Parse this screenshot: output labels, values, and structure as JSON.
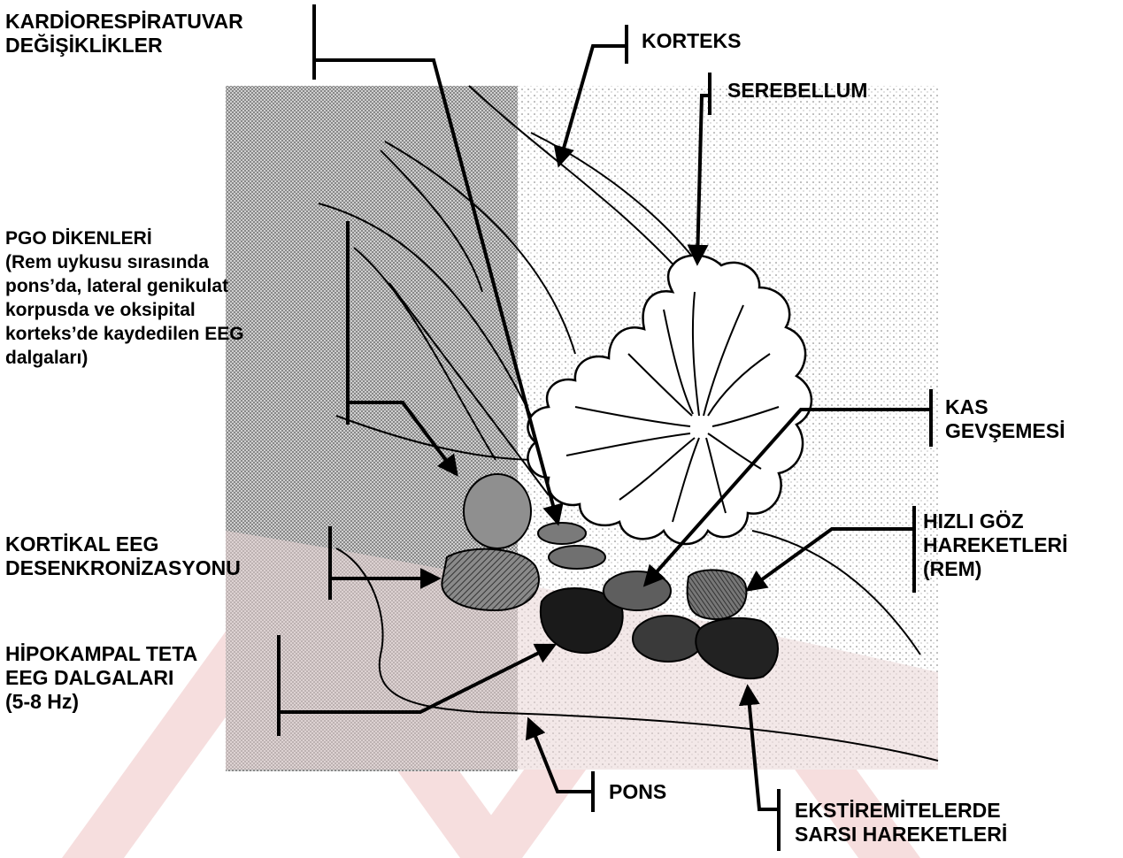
{
  "labels": {
    "kardio": [
      "KARDİORESPİRATUVAR",
      "DEĞİŞİKLİKLER"
    ],
    "korteks": [
      "KORTEKS"
    ],
    "serebellum": [
      "SEREBELLUM"
    ],
    "pgo": [
      "PGO  DİKENLERİ",
      "(Rem uykusu sırasında",
      "pons’da, lateral genikulat",
      "korpusda ve oksipital",
      "korteks’de kaydedilen EEG",
      "dalgaları)"
    ],
    "kas": [
      "KAS",
      "GEVŞEMESİ"
    ],
    "hizli": [
      "HIZLI GÖZ",
      "HAREKETLERİ",
      "(REM)"
    ],
    "kortikal": [
      "KORTİKAL EEG",
      "DESENKRONİZASYONU"
    ],
    "hipokampal": [
      "HİPOKAMPAL TETA",
      "EEG DALGALARI",
      "(5-8 Hz)"
    ],
    "pons": [
      "PONS"
    ],
    "ekstremite": [
      "EKSTİREMİTELERDE",
      "SARSI HAREKETLERİ"
    ]
  },
  "colors": {
    "ink": "#000000",
    "stipple": "#8a8a8a",
    "watermark": "#f6dede"
  }
}
